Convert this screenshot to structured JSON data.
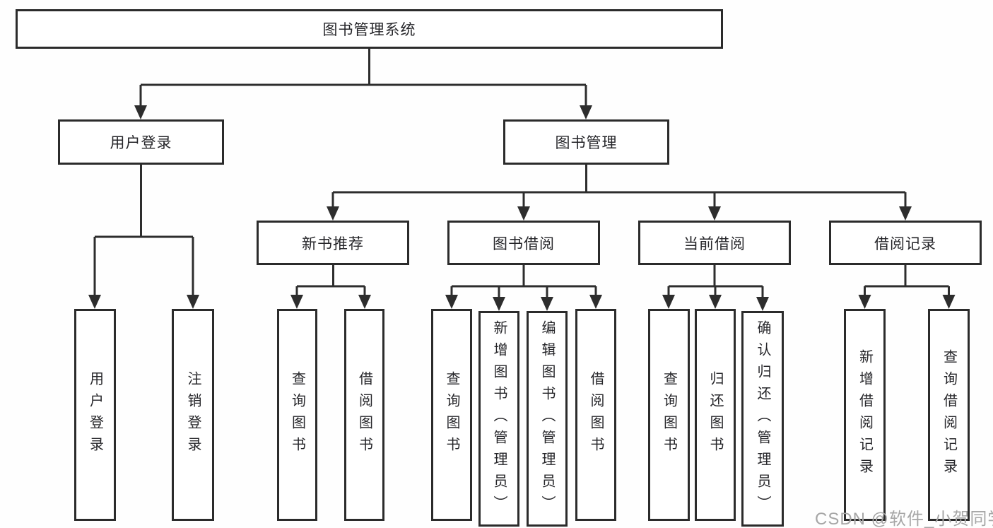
{
  "tree": {
    "root": {
      "label": "图书管理系统"
    },
    "branches": [
      {
        "label": "用户登录",
        "children": [
          {
            "label": "用户登录"
          },
          {
            "label": "注销登录"
          }
        ]
      },
      {
        "label": "图书管理",
        "children": [
          {
            "label": "新书推荐",
            "children": [
              {
                "label": "查询图书"
              },
              {
                "label": "借阅图书"
              }
            ]
          },
          {
            "label": "图书借阅",
            "children": [
              {
                "label": "查询图书"
              },
              {
                "label": "新增图书（管理员）"
              },
              {
                "label": "编辑图书（管理员）"
              },
              {
                "label": "借阅图书"
              }
            ]
          },
          {
            "label": "当前借阅",
            "children": [
              {
                "label": "查询图书"
              },
              {
                "label": "归还图书"
              },
              {
                "label": "确认归还（管理员）"
              }
            ]
          },
          {
            "label": "借阅记录",
            "children": [
              {
                "label": "新增借阅记录"
              },
              {
                "label": "查询借阅记录"
              }
            ]
          }
        ]
      }
    ]
  },
  "watermark": {
    "text": "CSDN @软件_小贺同学"
  },
  "colors": {
    "line": "#2d2d2d",
    "border": "#2b2b2b",
    "text": "#26262a",
    "watermark": "#a6a6a6",
    "background": "#ffffff"
  }
}
